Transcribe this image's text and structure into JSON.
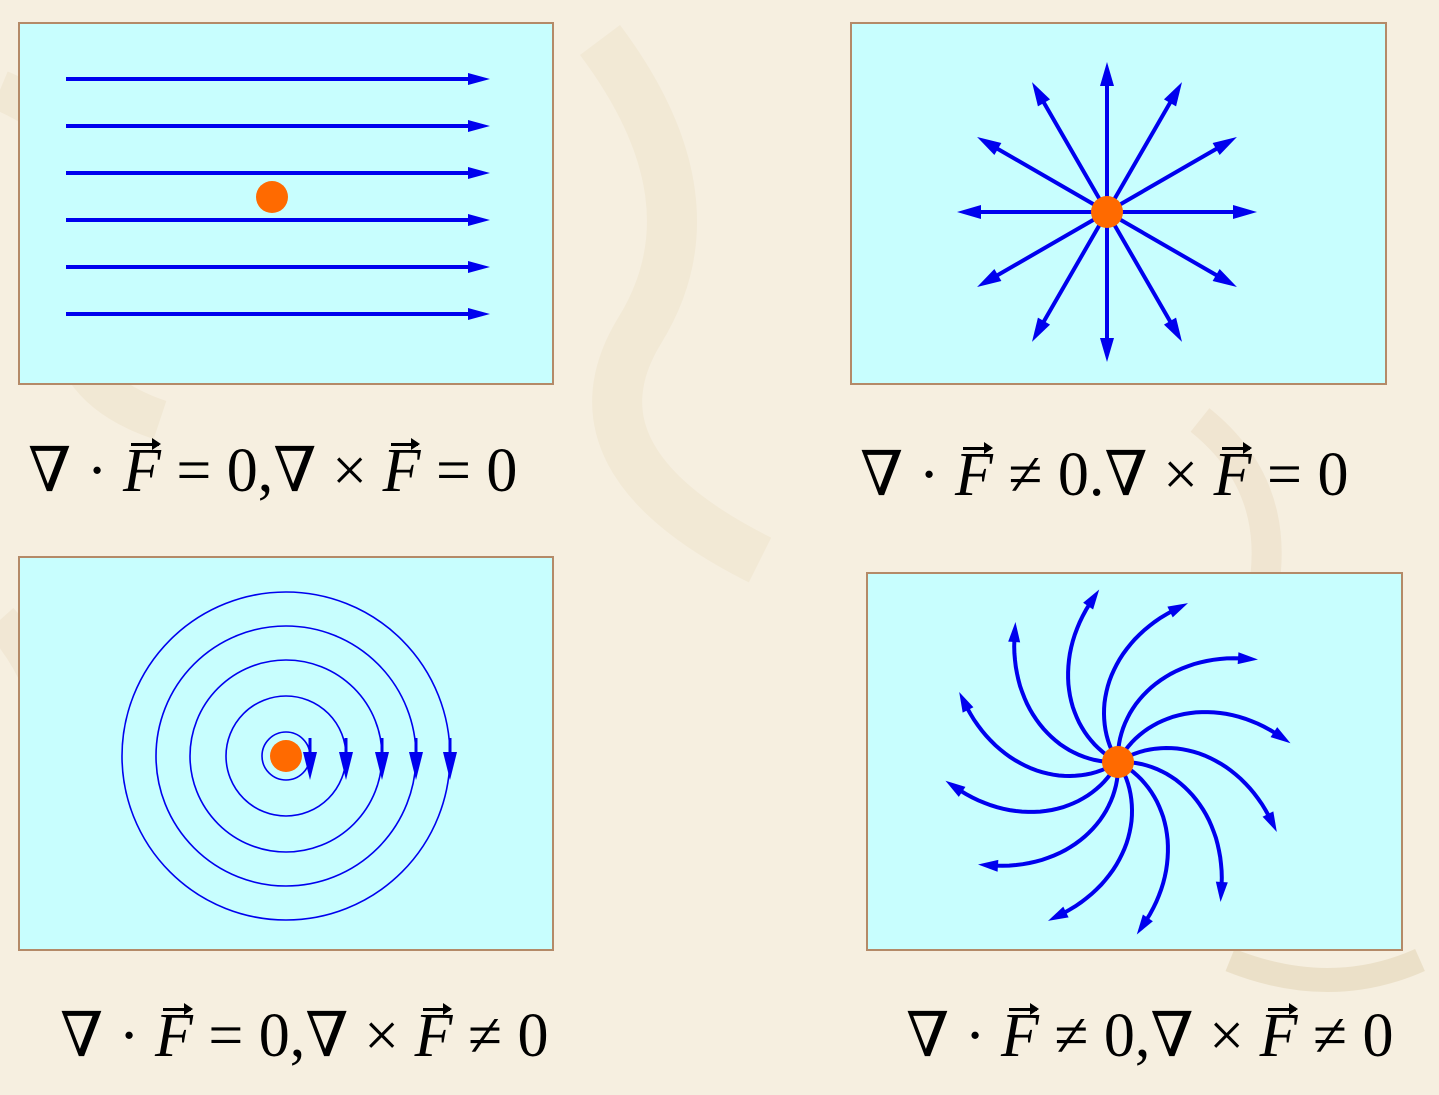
{
  "panels": [
    {
      "id": "uniform",
      "equation": {
        "div_rel": "=",
        "curl_rel": "="
      }
    },
    {
      "id": "source",
      "equation": {
        "div_rel": "≠",
        "curl_rel": "=",
        "sep": "."
      }
    },
    {
      "id": "vortex",
      "equation": {
        "div_rel": "=",
        "curl_rel": "≠"
      }
    },
    {
      "id": "spiral",
      "equation": {
        "div_rel": "≠",
        "curl_rel": "≠"
      }
    }
  ],
  "symbols": {
    "nabla": "∇",
    "dot": "·",
    "cross": "×",
    "field": "F",
    "zero": "0",
    "comma": ","
  },
  "colors": {
    "panel_bg": "#c8fefe",
    "field_line": "#0000ee",
    "point": "#ff6a00",
    "border": "#b48a68",
    "page_bg": "#f6efe0"
  }
}
